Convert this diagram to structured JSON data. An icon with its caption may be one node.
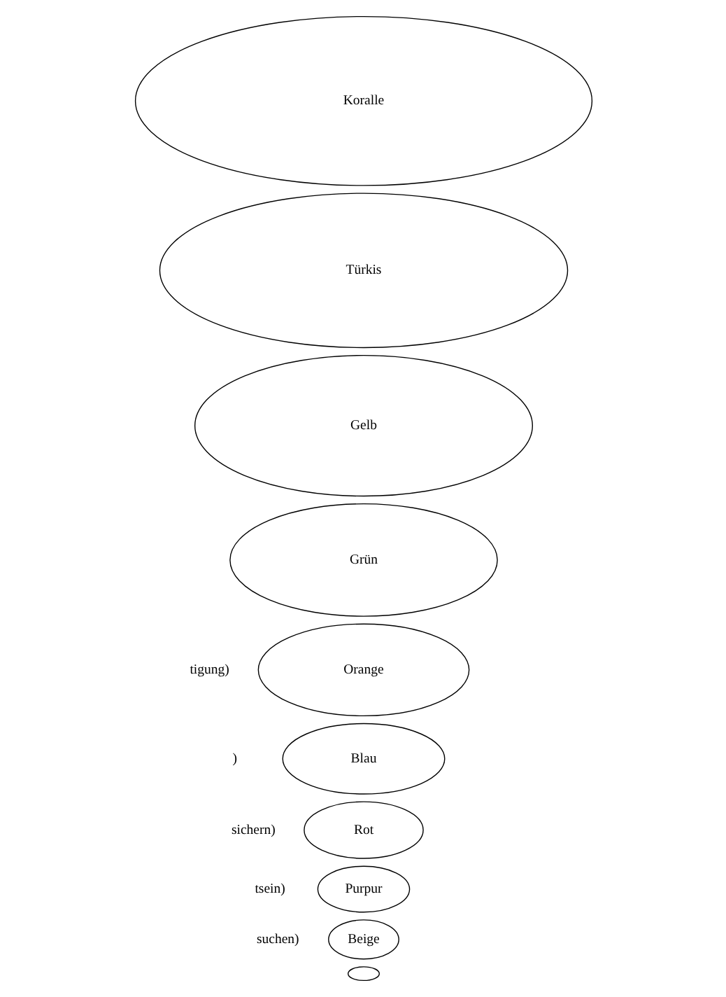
{
  "diagram": {
    "nodes": [
      {
        "text": [
          "Koralle"
        ]
      },
      {
        "text": [
          "Türkis"
        ]
      },
      {
        "text": [
          "Gelb"
        ]
      },
      {
        "text": [
          "Grün"
        ]
      },
      {
        "text": [
          "Orange"
        ]
      },
      {
        "text": [
          "Blau"
        ]
      },
      {
        "text": [
          "Rot"
        ]
      },
      {
        "text": [
          "Purpur"
        ]
      },
      {
        "text": [
          "Beige"
        ]
      },
      {
        "text": [],
        "shape": "circle"
      }
    ],
    "edges": [],
    "labels": [
      "tigung)",
      ")",
      "sichern)",
      "tsein)",
      "suchen)"
    ]
  }
}
